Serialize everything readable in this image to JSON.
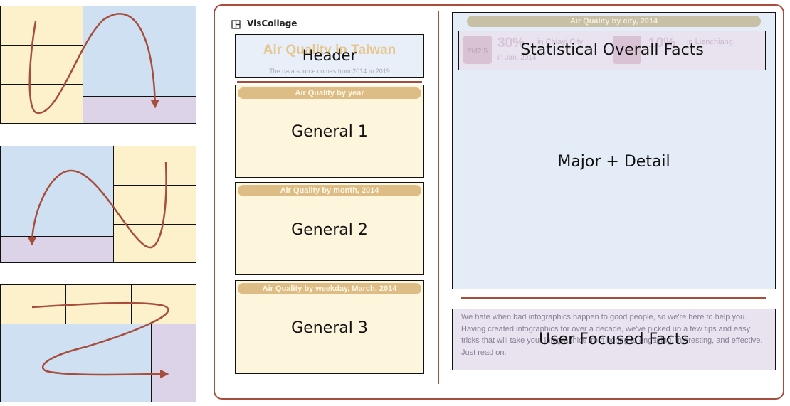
{
  "app": {
    "name": "VisCollage"
  },
  "header": {
    "title": "Air Quality in Taiwan",
    "subtitle": "The data source comes from 2014 to 2019",
    "label": "Header"
  },
  "panels": [
    {
      "title": "Air Quality by year",
      "label": "General 1"
    },
    {
      "title": "Air Quality by month, 2014",
      "label": "General 2"
    },
    {
      "title": "Air Quality by weekday, March, 2014",
      "label": "General 3"
    }
  ],
  "major": {
    "title": "Air Quality by city, 2014",
    "label": "Major + Detail"
  },
  "stats": {
    "label": "Statistical Overall Facts",
    "facts": [
      {
        "badge": "PM2.5",
        "value": "30%",
        "place": "in Chiayi City",
        "date": "in Jan, 2014"
      },
      {
        "badge": "",
        "value": "10%",
        "place": "in Lienchiang",
        "date": ""
      }
    ]
  },
  "user_facts": {
    "label": "User Focused Facts",
    "text": "We hate when bad infographics happen to good people, so we're here to help you. Having created infographics for over a decade, we've picked up a few tips and easy tricks that will take your infographics from boring to engaging, interesting, and effective. Just read on."
  },
  "colors": {
    "general": "#fdf1cc",
    "major": "#cfe0f2",
    "detail": "#dcd3e8",
    "arrow": "#a64d3c"
  }
}
